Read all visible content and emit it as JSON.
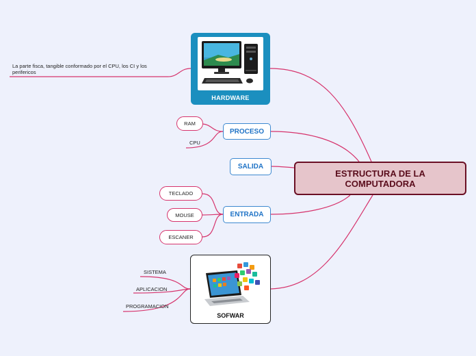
{
  "central": {
    "label": "ESTRUCTURA DE LA COMPUTADORA"
  },
  "hardware": {
    "label": "HARDWARE",
    "note": "La parte fisca, tangible conformado por el CPU, los CI y los perifericos"
  },
  "proceso": {
    "label": "PROCESO",
    "children": [
      "RAM",
      "CPU"
    ]
  },
  "salida": {
    "label": "SALIDA"
  },
  "entrada": {
    "label": "ENTRADA",
    "children": [
      "TECLADO",
      "MOUSE",
      "ESCANER"
    ]
  },
  "sofwar": {
    "label": "SOFWAR",
    "children": [
      "SISTEMA",
      "APLICACION",
      "PROGRAMACION"
    ]
  },
  "colors": {
    "link": "#d6336c",
    "central_fill": "#e6c5cb",
    "central_border": "#6a0f24",
    "branch_border": "#3c88d0",
    "branch_text": "#1f73c6",
    "hardware_fill": "#1b8fbf",
    "background": "#eef1fc"
  }
}
